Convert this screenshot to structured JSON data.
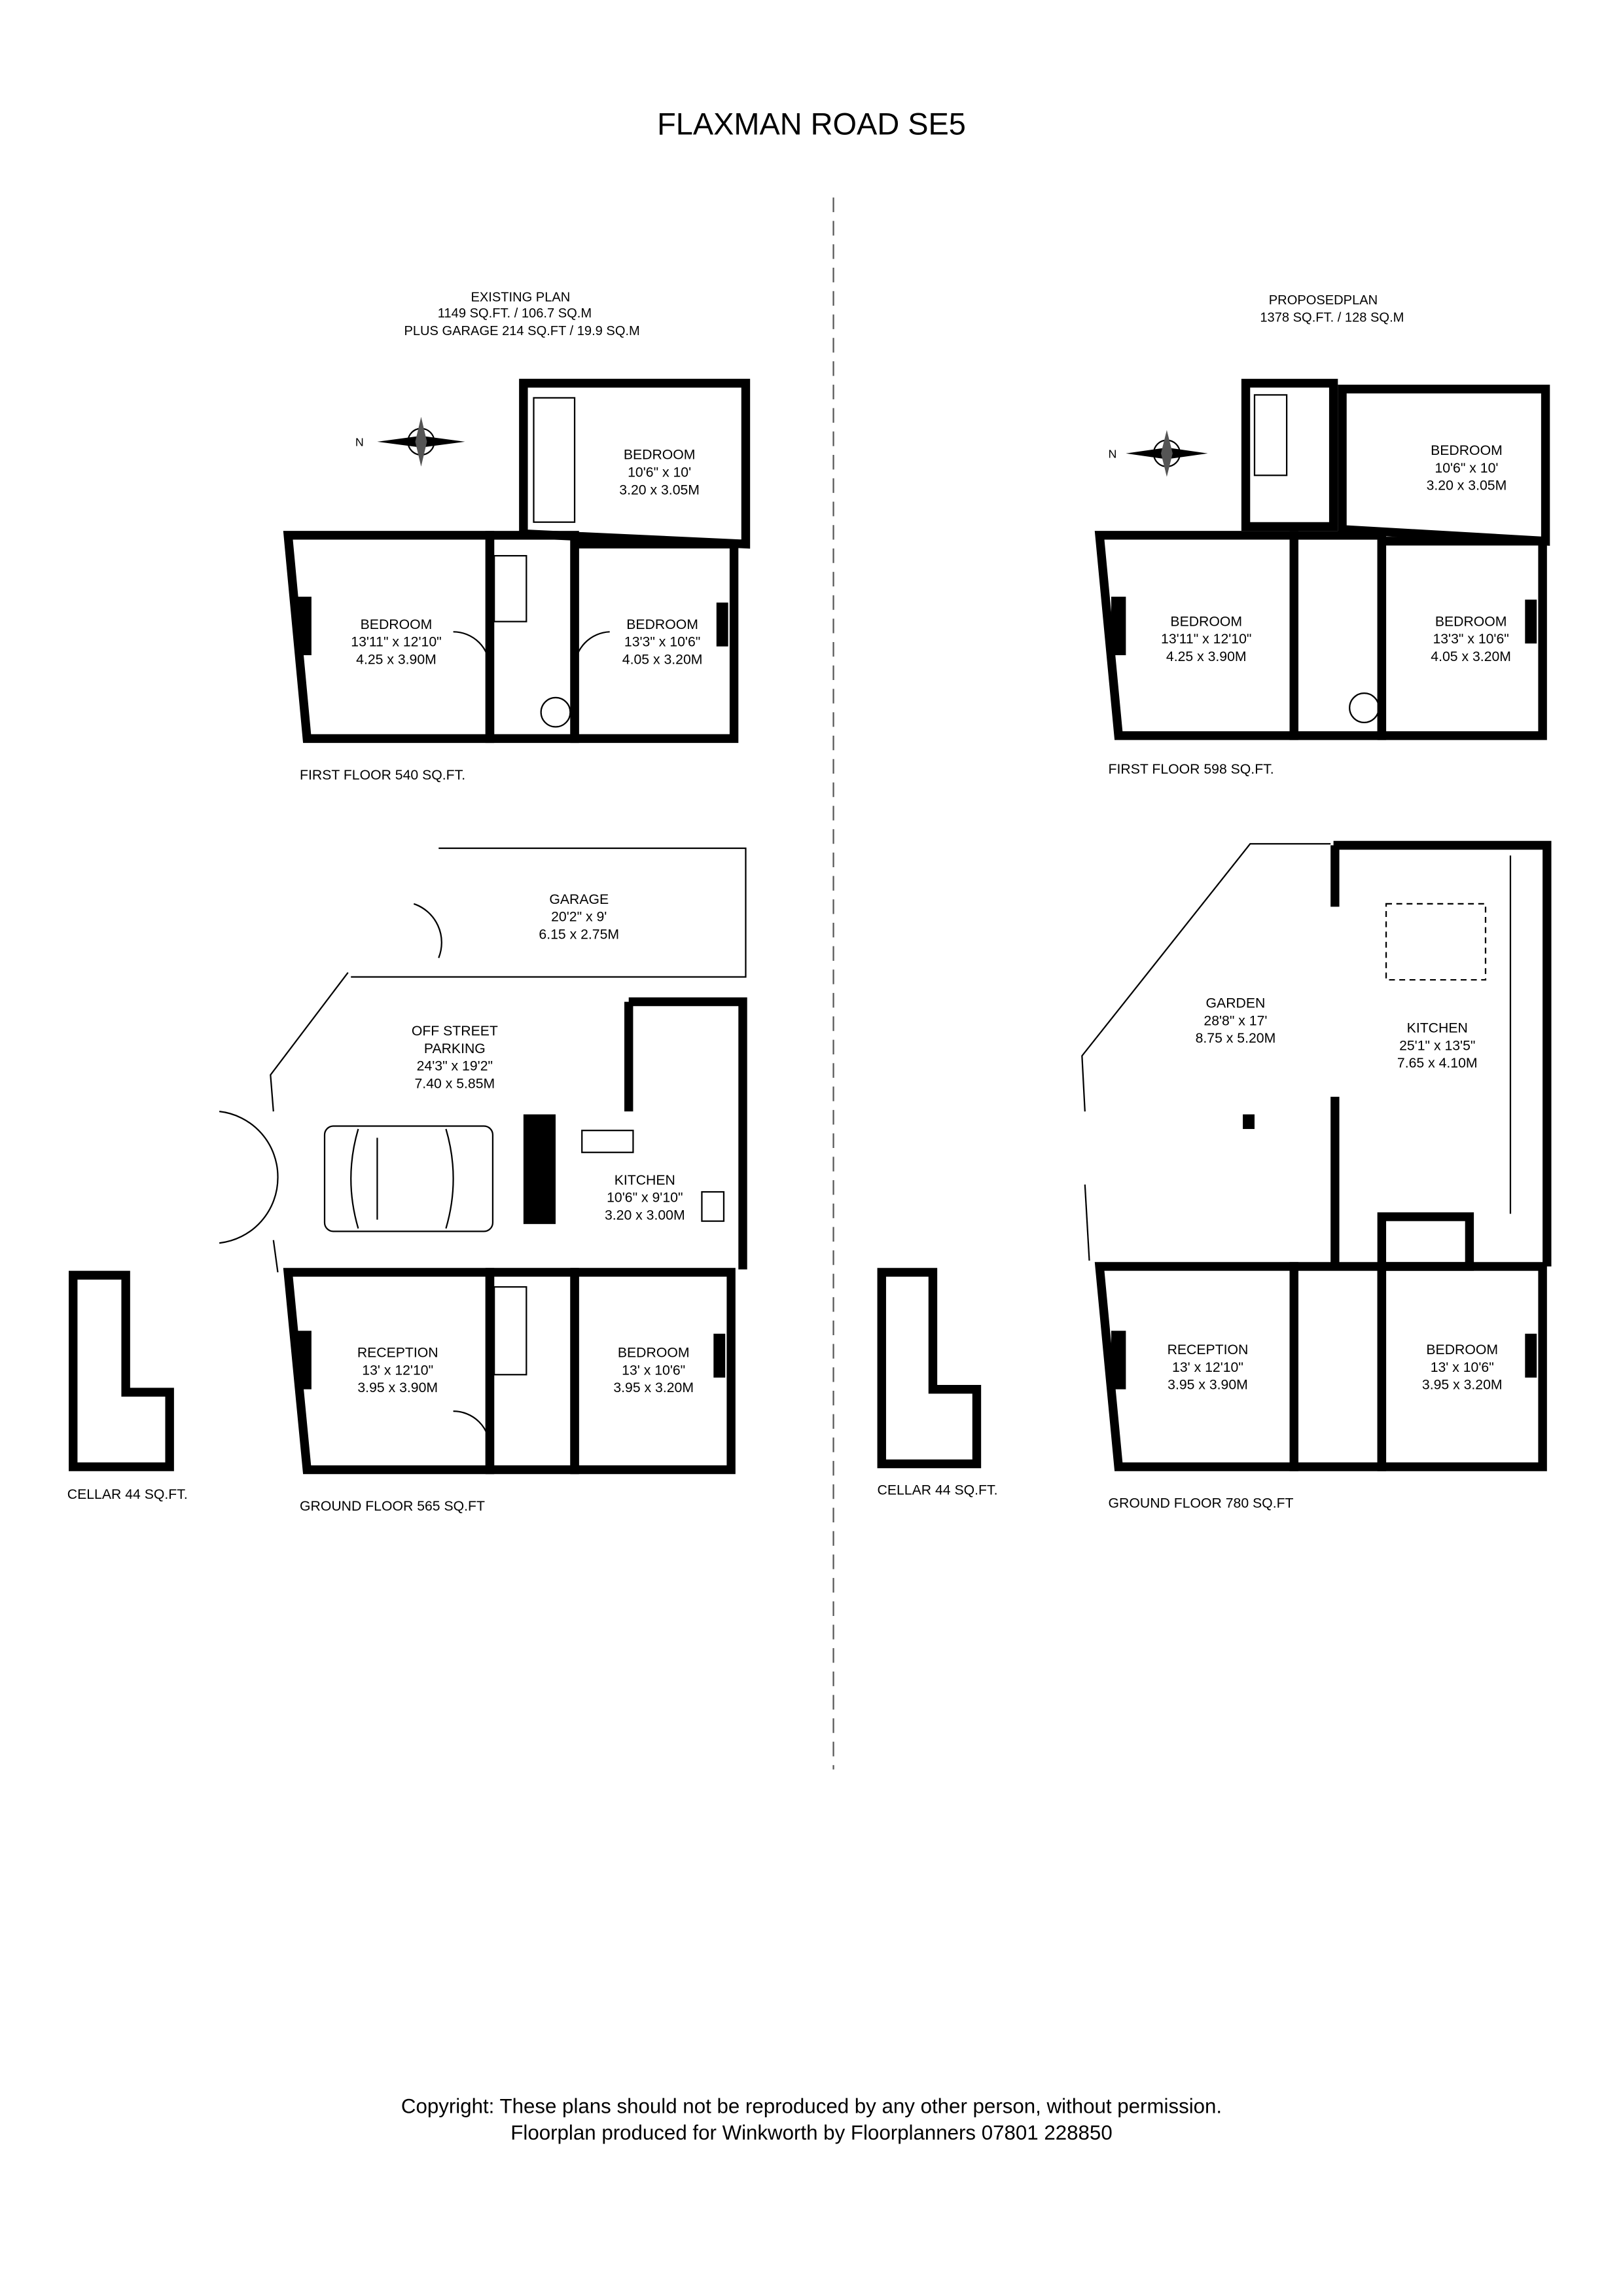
{
  "title": "FLAXMAN ROAD SE5",
  "existing": {
    "heading": "EXISTING PLAN",
    "area": "1149 SQ.FT. / 106.7 SQ.M",
    "garage_area": "PLUS GARAGE 214 SQ.FT / 19.9 SQ.M",
    "first_floor": {
      "label": "FIRST FLOOR 540 SQ.FT.",
      "rooms": [
        {
          "name": "BEDROOM",
          "imperial": "10'6\" x 10'",
          "metric": "3.20 x 3.05M"
        },
        {
          "name": "BEDROOM",
          "imperial": "13'11\" x 12'10\"",
          "metric": "4.25 x 3.90M"
        },
        {
          "name": "BEDROOM",
          "imperial": "13'3\" x 10'6\"",
          "metric": "4.05 x 3.20M"
        }
      ]
    },
    "ground_floor": {
      "label": "GROUND FLOOR 565 SQ.FT",
      "rooms": [
        {
          "name": "GARAGE",
          "imperial": "20'2\" x 9'",
          "metric": "6.15 x 2.75M"
        },
        {
          "name": "OFF STREET",
          "name2": "PARKING",
          "imperial": "24'3\" x 19'2\"",
          "metric": "7.40 x 5.85M"
        },
        {
          "name": "KITCHEN",
          "imperial": "10'6\" x 9'10\"",
          "metric": "3.20 x 3.00M"
        },
        {
          "name": "RECEPTION",
          "imperial": "13' x 12'10\"",
          "metric": "3.95 x 3.90M"
        },
        {
          "name": "BEDROOM",
          "imperial": "13' x 10'6\"",
          "metric": "3.95 x 3.20M"
        }
      ]
    },
    "cellar": "CELLAR 44 SQ.FT."
  },
  "proposed": {
    "heading": "PROPOSEDPLAN",
    "area": "1378 SQ.FT. / 128 SQ.M",
    "first_floor": {
      "label": "FIRST FLOOR 598 SQ.FT.",
      "rooms": [
        {
          "name": "BEDROOM",
          "imperial": "10'6\" x 10'",
          "metric": "3.20 x 3.05M"
        },
        {
          "name": "BEDROOM",
          "imperial": "13'11\" x 12'10\"",
          "metric": "4.25 x 3.90M"
        },
        {
          "name": "BEDROOM",
          "imperial": "13'3\" x 10'6\"",
          "metric": "4.05 x 3.20M"
        }
      ]
    },
    "ground_floor": {
      "label": "GROUND FLOOR 780 SQ.FT",
      "rooms": [
        {
          "name": "GARDEN",
          "imperial": "28'8\" x 17'",
          "metric": "8.75 x 5.20M"
        },
        {
          "name": "KITCHEN",
          "imperial": "25'1\" x 13'5\"",
          "metric": "7.65 x 4.10M"
        },
        {
          "name": "RECEPTION",
          "imperial": "13' x 12'10\"",
          "metric": "3.95 x 3.90M"
        },
        {
          "name": "BEDROOM",
          "imperial": "13' x 10'6\"",
          "metric": "3.95 x 3.20M"
        }
      ]
    },
    "cellar": "CELLAR 44 SQ.FT."
  },
  "compass_label": "N",
  "footer": {
    "line1": "Copyright: These plans should not be reproduced by any other person, without permission.",
    "line2": "Floorplan produced for Winkworth by Floorplanners 07801 228850"
  }
}
